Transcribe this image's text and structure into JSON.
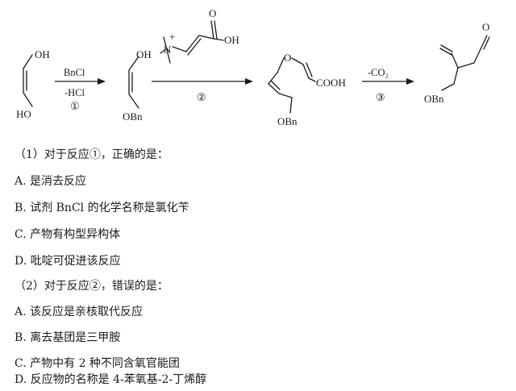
{
  "scheme": {
    "compound1": {
      "oh_top": "OH",
      "oh_bottom": "HO"
    },
    "step1": {
      "reagent": "BnCl",
      "byproduct": "-HCl",
      "number": "①"
    },
    "compound2": {
      "oh": "OH",
      "obn": "OBn"
    },
    "step2": {
      "reagent_oh": "OH",
      "reagent_o": "O",
      "reagent_n": "N",
      "reagent_plus": "+",
      "number": "②"
    },
    "compound3": {
      "o": "O",
      "cooh": "COOH",
      "obn": "OBn"
    },
    "step3": {
      "reagent": "-CO₂",
      "number": "③"
    },
    "compound4": {
      "o": "O",
      "obn": "OBn"
    }
  },
  "questions": [
    {
      "text": "（1）对于反应①，正确的是："
    },
    {
      "text": "A. 是消去反应"
    },
    {
      "text": "B. 试剂 BnCl 的化学名称是氯化苄"
    },
    {
      "text": "C. 产物有构型异构体"
    },
    {
      "text": "D. 吡啶可促进该反应"
    },
    {
      "text": "（2）对于反应②，错误的是："
    },
    {
      "text": "A. 该反应是亲核取代反应"
    },
    {
      "text": "B. 离去基团是三甲胺"
    },
    {
      "text": "C. 产物中有 2 种不同含氧官能团"
    },
    {
      "text": "D. 反应物的名称是 4-苯氧基-2-丁烯醇"
    }
  ]
}
